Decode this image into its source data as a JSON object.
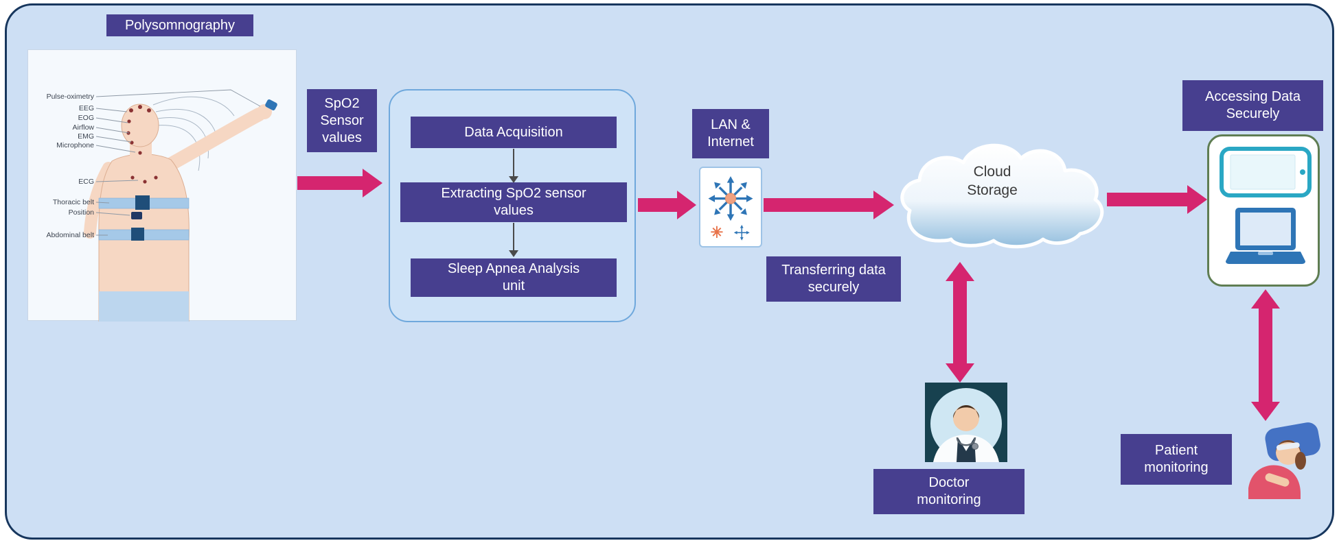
{
  "colors": {
    "label_bg": "#473f8f",
    "arrow_pink": "#d5256f",
    "canvas_bg": "#cddff4",
    "frame_border": "#17365d",
    "tablet_teal": "#2aa7c4",
    "laptop_blue": "#2e75b6"
  },
  "labels": {
    "polysomnography": "Polysomnography",
    "spo2": "SpO2 Sensor values",
    "lan": "LAN & Internet",
    "cloud_line1": "Cloud",
    "cloud_line2": "Storage",
    "transfer": "Transferring data securely",
    "doctor": "Doctor\nmonitoring",
    "accessing": "Accessing Data Securely",
    "patient": "Patient\nmonitoring"
  },
  "processing_steps": [
    "Data Acquisition",
    "Extracting SpO2 sensor\nvalues",
    "Sleep Apnea Analysis\nunit"
  ],
  "psg_sensor_labels": [
    "Pulse-oximetry",
    "EEG",
    "EOG",
    "Airflow",
    "EMG",
    "Microphone",
    "ECG",
    "Thoracic belt",
    "Position",
    "Abdominal belt"
  ]
}
